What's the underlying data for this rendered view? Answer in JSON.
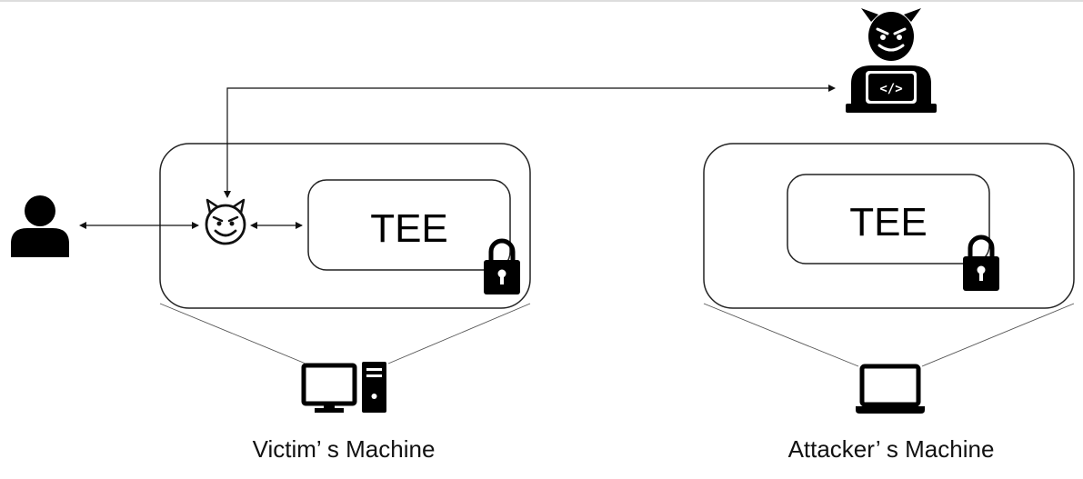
{
  "victim": {
    "tee_label": "TEE",
    "machine_label": "Victim’ s Machine"
  },
  "attacker": {
    "tee_label": "TEE",
    "machine_label": "Attacker’ s Machine",
    "laptop_screen_text": "</>"
  },
  "icons": {
    "user": "user-icon",
    "malware": "devil-face-icon",
    "hacker": "hacker-icon",
    "lock": "padlock-icon",
    "desktop": "desktop-computer-icon",
    "laptop": "laptop-icon"
  },
  "colors": {
    "stroke": "#222222",
    "fill": "#000000",
    "background": "#ffffff"
  }
}
